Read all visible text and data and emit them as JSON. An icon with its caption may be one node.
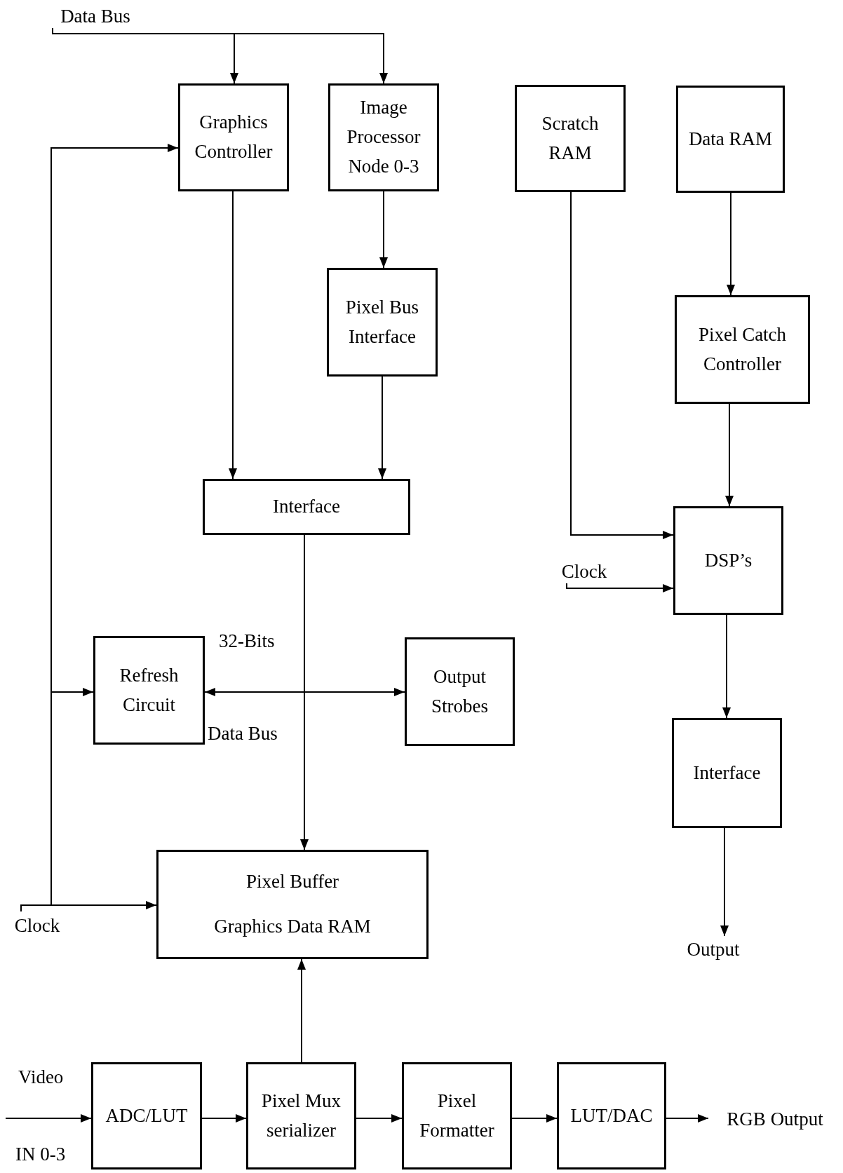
{
  "diagram": {
    "nodes": [
      {
        "text": [
          "Graphics Controller"
        ]
      },
      {
        "text": [
          "Image Processor Node 0-3"
        ]
      },
      {
        "text": [
          "Scratch RAM"
        ]
      },
      {
        "text": [
          "Data RAM"
        ]
      },
      {
        "text": [
          "Pixel Bus Interface"
        ]
      },
      {
        "text": [
          "Pixel Catch Controller"
        ]
      },
      {
        "text": [
          "Interface"
        ]
      },
      {
        "text": [
          "DSP’s"
        ]
      },
      {
        "text": [
          "Refresh Circuit"
        ]
      },
      {
        "text": [
          "Output Strobes"
        ]
      },
      {
        "text": [
          "Interface"
        ]
      },
      {
        "text": [
          "Pixel Buffer",
          "Graphics Data RAM"
        ]
      },
      {
        "text": [
          "ADC/LUT"
        ]
      },
      {
        "text": [
          "Pixel Mux serializer"
        ]
      },
      {
        "text": [
          "Pixel Formatter"
        ]
      },
      {
        "text": [
          "LUT/DAC"
        ]
      },
      {
        "text": [
          "Data Bus"
        ]
      },
      {
        "text": [
          "Clock"
        ]
      },
      {
        "text": [
          "Clock"
        ]
      },
      {
        "text": [
          "Output"
        ]
      },
      {
        "text": [
          "RGB Output"
        ]
      }
    ],
    "edges": [
      {
        "from": 16,
        "to": 0,
        "arrow": "to"
      },
      {
        "from": 16,
        "to": 1,
        "arrow": "to"
      },
      {
        "from": 0,
        "to": 6,
        "arrow": "to"
      },
      {
        "from": 1,
        "to": 4,
        "arrow": "to"
      },
      {
        "from": 4,
        "to": 6,
        "arrow": "to"
      },
      {
        "from": 2,
        "to": 7,
        "arrow": "to"
      },
      {
        "from": 3,
        "to": 5,
        "arrow": "to"
      },
      {
        "from": 5,
        "to": 7,
        "arrow": "to"
      },
      {
        "from": 17,
        "to": 7,
        "arrow": "to"
      },
      {
        "from": 7,
        "to": 10,
        "arrow": "to"
      },
      {
        "from": 10,
        "to": 19,
        "arrow": "to"
      },
      {
        "from": 6,
        "to": 11,
        "arrow": "to"
      },
      {
        "from": 8,
        "to": 9,
        "arrow": "both"
      },
      {
        "from": 18,
        "to": 0,
        "arrow": "to"
      },
      {
        "from": 18,
        "to": 8,
        "arrow": "to"
      },
      {
        "from": 18,
        "to": 11,
        "arrow": "to"
      },
      {
        "from": 13,
        "to": 11,
        "arrow": "to"
      },
      {
        "from": null,
        "to": 12,
        "arrow": "to"
      },
      {
        "from": 12,
        "to": 13,
        "arrow": "to"
      },
      {
        "from": 13,
        "to": 14,
        "arrow": "to"
      },
      {
        "from": 14,
        "to": 15,
        "arrow": "to"
      },
      {
        "from": 15,
        "to": 20,
        "arrow": "to"
      }
    ],
    "labels": [
      "32-Bits",
      "Data Bus",
      "Video",
      "IN 0-3"
    ]
  }
}
